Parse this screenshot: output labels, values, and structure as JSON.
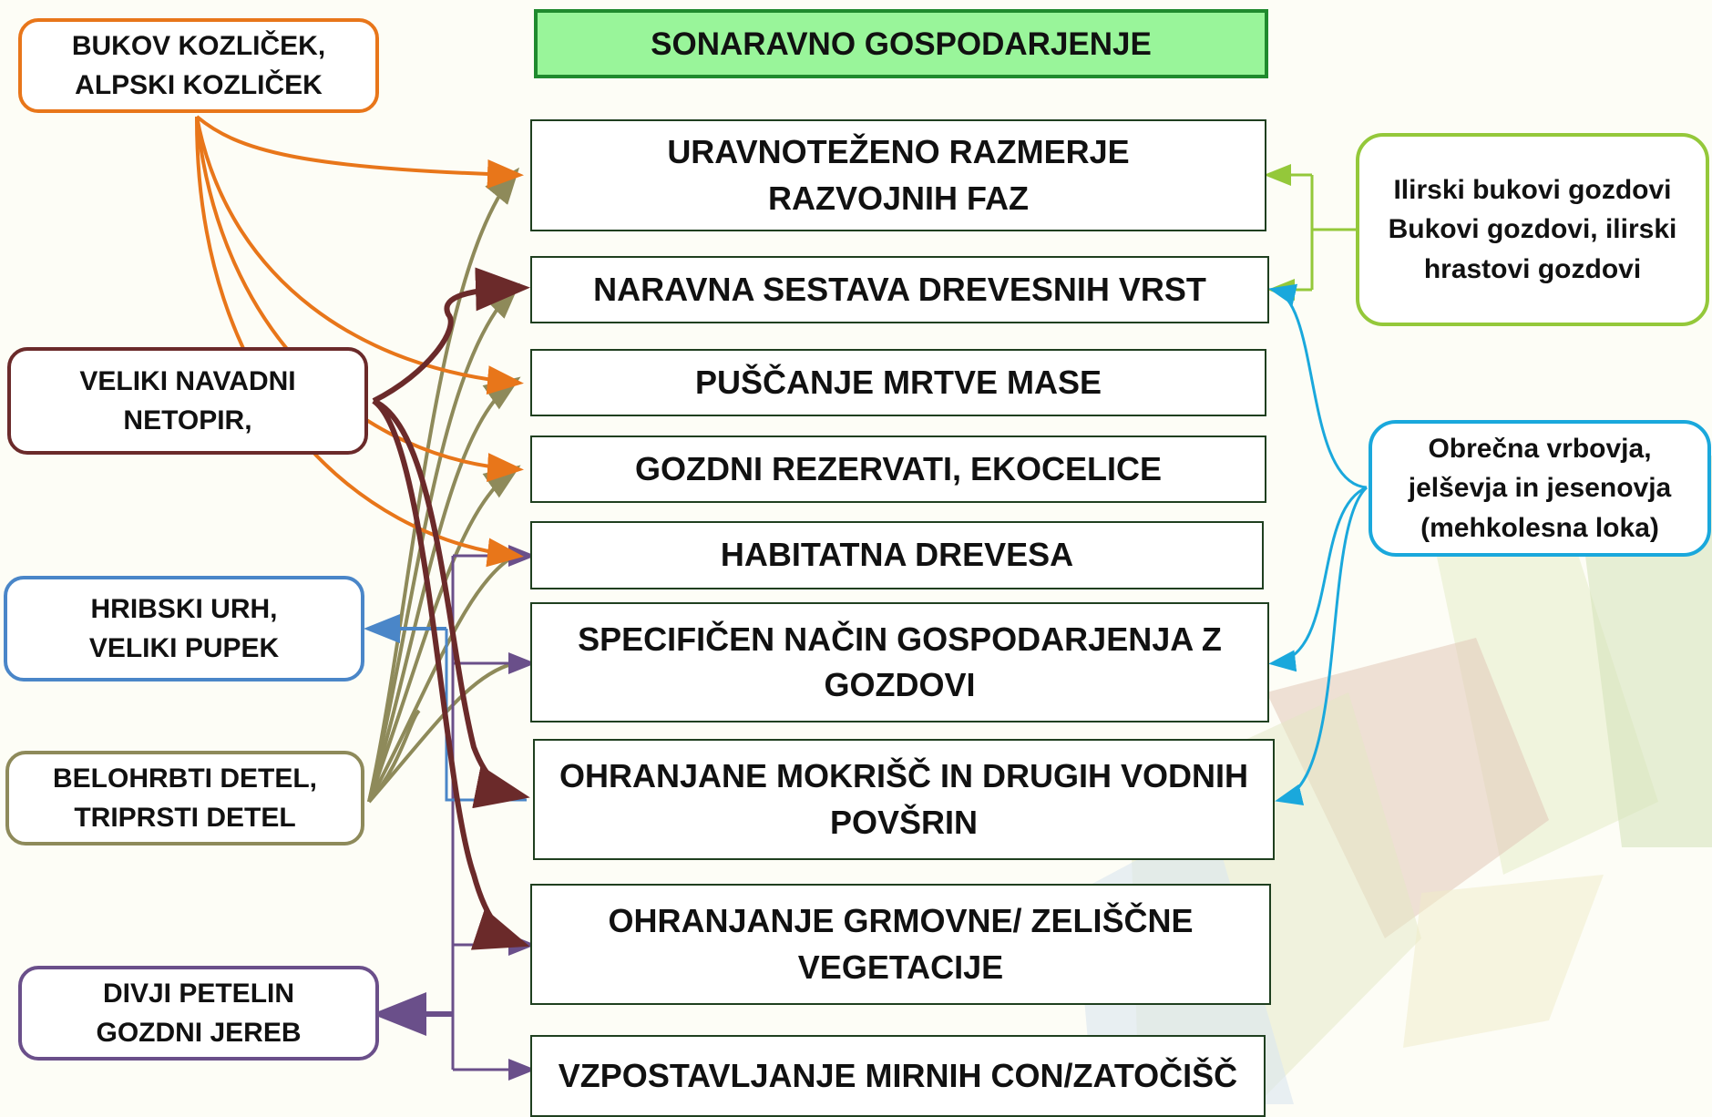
{
  "title": "SONARAVNO GOSPODARJENJE",
  "measures": [
    "URAVNOTEŽENO RAZMERJE\nRAZVOJNIH FAZ",
    "NARAVNA SESTAVA DREVESNIH VRST",
    "PUŠČANJE MRTVE MASE",
    "GOZDNI REZERVATI, EKOCELICE",
    "HABITATNA DREVESA",
    "SPECIFIČEN NAČIN GOSPODARJENJA Z\nGOZDOVI",
    "OHRANJANE MOKRIŠČ IN DRUGIH VODNIH\nPOVŠRIN",
    "OHRANJANJE GRMOVNE/ ZELIŠČNE\nVEGETACIJE",
    "VZPOSTAVLJANJE MIRNIH CON/ZATOČIŠČ"
  ],
  "species": [
    "BUKOV KOZLIČEK,\nALPSKI KOZLIČEK",
    "VELIKI NAVADNI\nNETOPIR,",
    "HRIBSKI URH,\nVELIKI PUPEK",
    "BELOHRBTI DETEL,\nTRIPRSTI DETEL",
    "DIVJI PETELIN\nGOZDNI JEREB"
  ],
  "habitats": [
    "Ilirski bukovi gozdovi\nBukovi gozdovi, ilirski\nhrastovi gozdovi",
    "Obrečna vrbovja,\njelševja in jesenovja\n(mehkolesna loka)"
  ],
  "colors": {
    "orange": "#e8761a",
    "maroon": "#6b2a2a",
    "blue": "#4a86c8",
    "olive": "#8e8a5a",
    "purple": "#6a4f8a",
    "lime": "#94c83a",
    "cyan": "#1aa8dc",
    "title_fill": "#99f59a",
    "title_border": "#1f8a2e"
  }
}
